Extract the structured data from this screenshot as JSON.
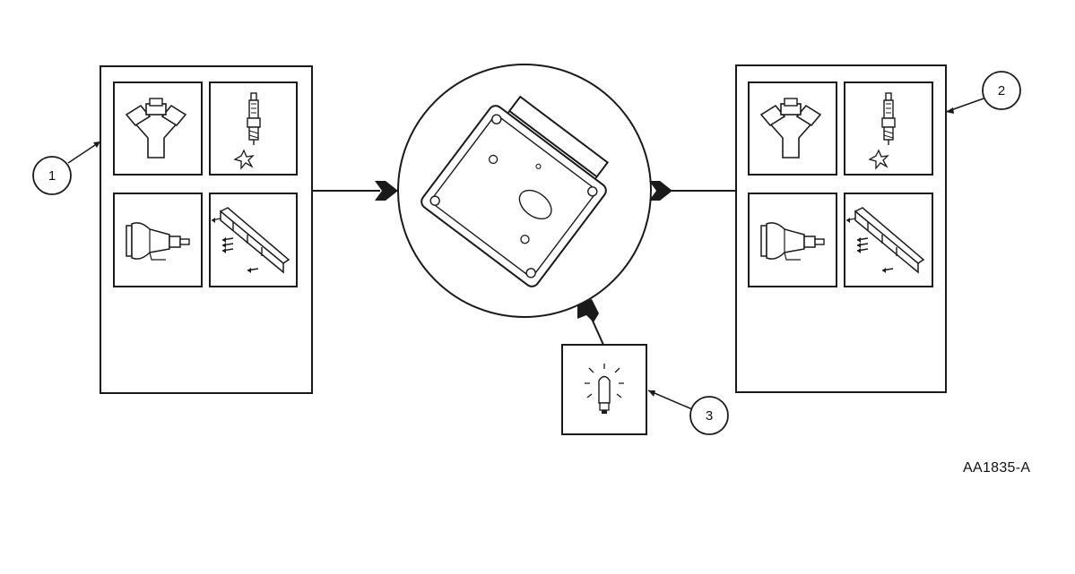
{
  "figure_id": "AA1835-A",
  "callouts": [
    "1",
    "2",
    "3"
  ],
  "icons": {
    "fuel_injector": "fuel-injector-icon",
    "spark_plug": "spark-plug-icon",
    "transmission": "transmission-icon",
    "fuel_rail": "fuel-rail-icon",
    "module": "control-module-icon",
    "lamp": "warning-lamp-icon"
  },
  "colors": {
    "line": "#1a1a1a",
    "background": "#ffffff"
  }
}
